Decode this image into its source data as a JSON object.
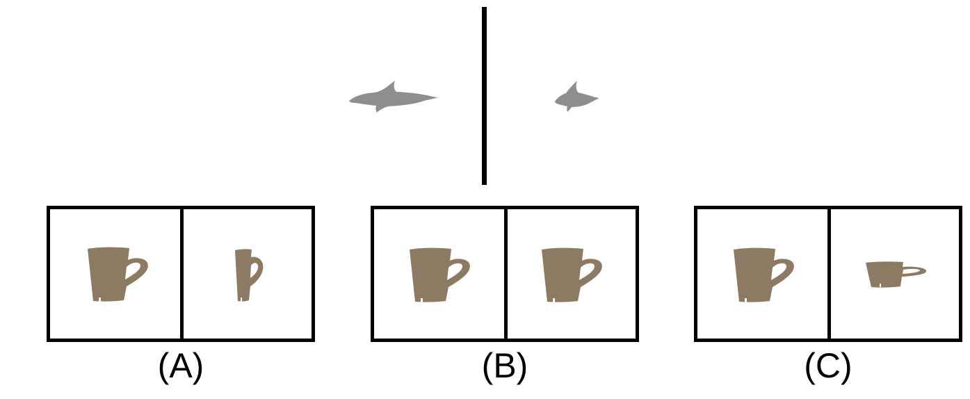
{
  "top_example": {
    "left_object_icon": "dolphin-icon",
    "right_object_icon": "dolphin-icon"
  },
  "options": [
    {
      "label": "(A)",
      "left_icon": "mug-icon",
      "right_icon": "mug-narrow-icon"
    },
    {
      "label": "(B)",
      "left_icon": "mug-icon",
      "right_icon": "mug-icon"
    },
    {
      "label": "(C)",
      "left_icon": "mug-icon",
      "right_icon": "mug-short-icon"
    }
  ],
  "colors": {
    "dolphin": "#8e8e8e",
    "mug": "#8c7a63",
    "frame": "#000000",
    "background": "#ffffff"
  }
}
